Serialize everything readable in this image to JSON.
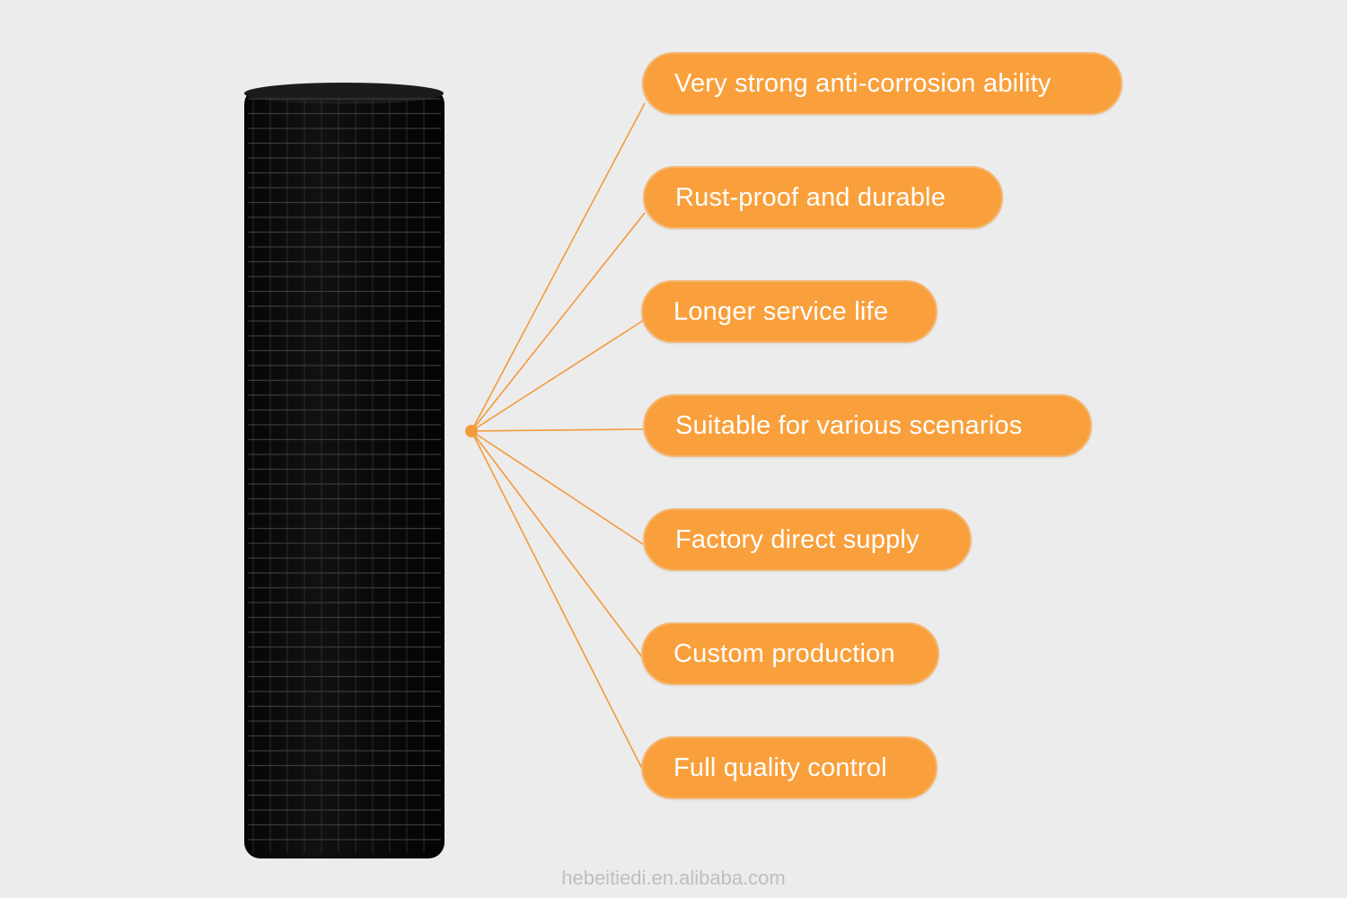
{
  "features": [
    "Very strong anti-corrosion ability",
    "Rust-proof and durable",
    "Longer service life",
    "Suitable for various scenarios",
    "Factory direct supply",
    "Custom production",
    "Full quality control"
  ],
  "watermark": "hebeitiedi.en.alibaba.com",
  "colors": {
    "background": "#ececec",
    "pill_fill": "#f9a03c",
    "connector_line": "#f39a3a",
    "roll": "#0b0b0c",
    "mesh_wire": "#3a3a3c"
  }
}
